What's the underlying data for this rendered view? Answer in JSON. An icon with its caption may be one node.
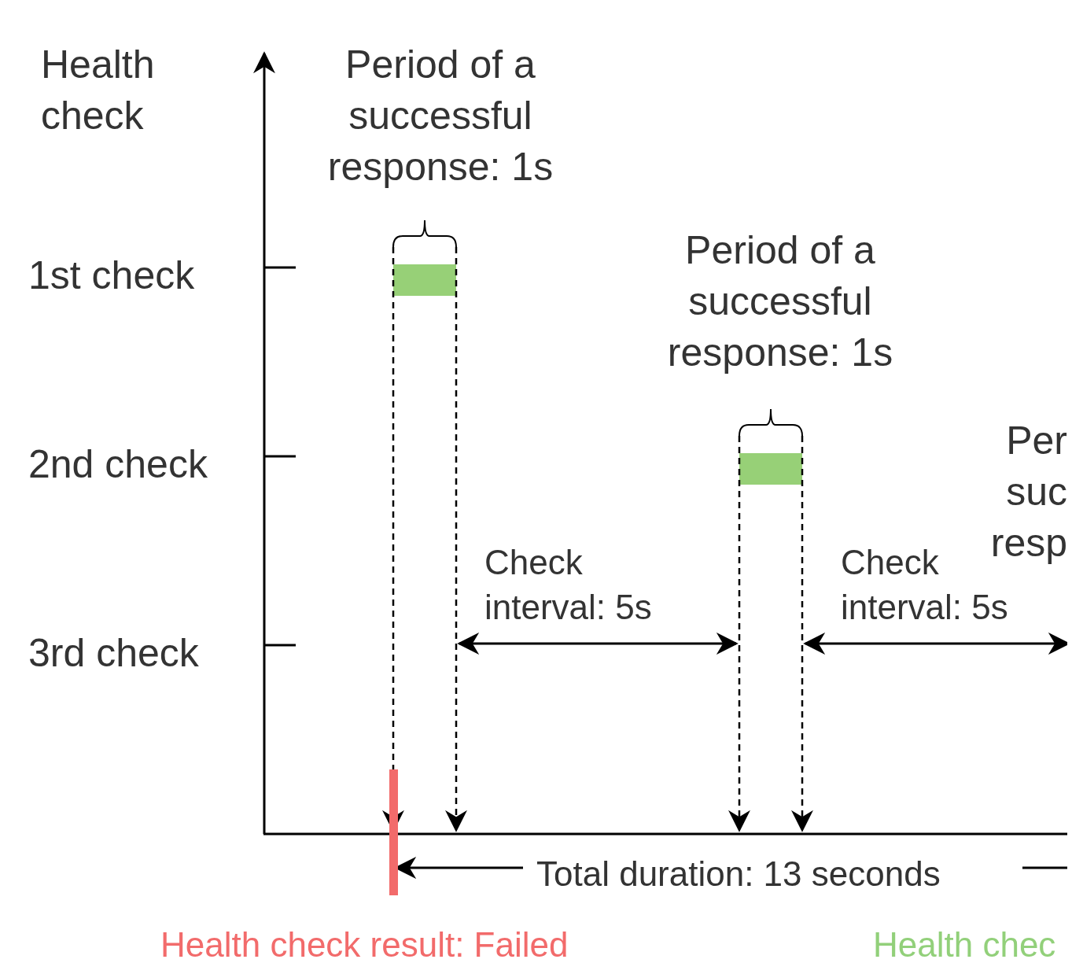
{
  "diagram": {
    "nodes": [
      {
        "text": [],
        "shape": "bar"
      },
      {
        "text": [],
        "shape": "bar"
      }
    ],
    "labels": [
      "Health check",
      "Period of a successful response: 1s",
      "1st check",
      "Period of a successful response: 1s",
      "2nd check",
      "Per suc resp",
      "Check interval: 5s",
      "Check interval: 5s",
      "3rd check",
      "Total duration: 13 seconds",
      "Health check result: Failed",
      "Health chec"
    ]
  }
}
